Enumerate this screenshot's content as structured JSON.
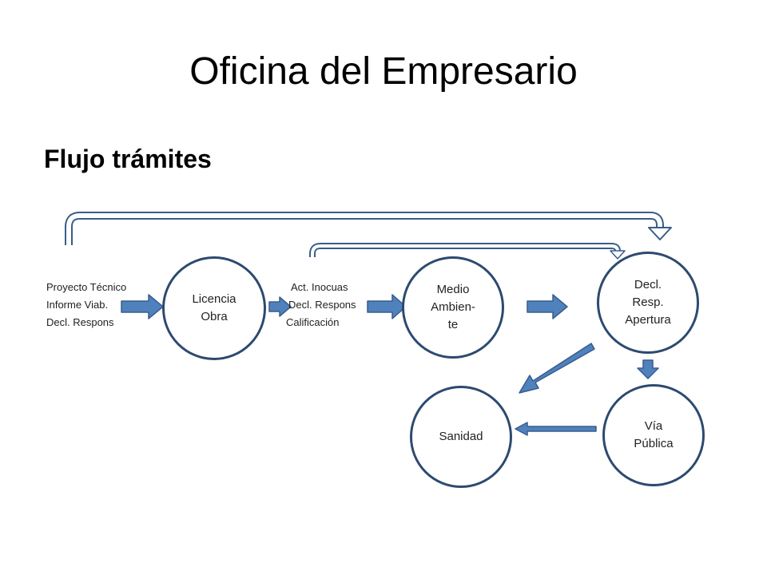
{
  "slide": {
    "title": "Oficina del Empresario",
    "subtitle": "Flujo trámites"
  },
  "groups": {
    "left": [
      "Proyecto Técnico",
      "Informe Viab.",
      "Decl. Respons"
    ],
    "mid": [
      "Act. Inocuas",
      "Decl. Respons",
      "Calificación"
    ]
  },
  "nodes": {
    "licencia_obra": [
      "Licencia",
      "Obra"
    ],
    "medio_ambiente": [
      "Medio",
      "Ambien-",
      "te"
    ],
    "decl_resp_apertura": [
      "Decl.",
      "Resp.",
      "Apertura"
    ],
    "sanidad": [
      "Sanidad"
    ],
    "via_publica": [
      "Vía",
      "Pública"
    ]
  },
  "colors": {
    "arrow_fill": "#4f81bd",
    "arrow_stroke": "#385d8a",
    "node_border": "#2c4a70"
  }
}
